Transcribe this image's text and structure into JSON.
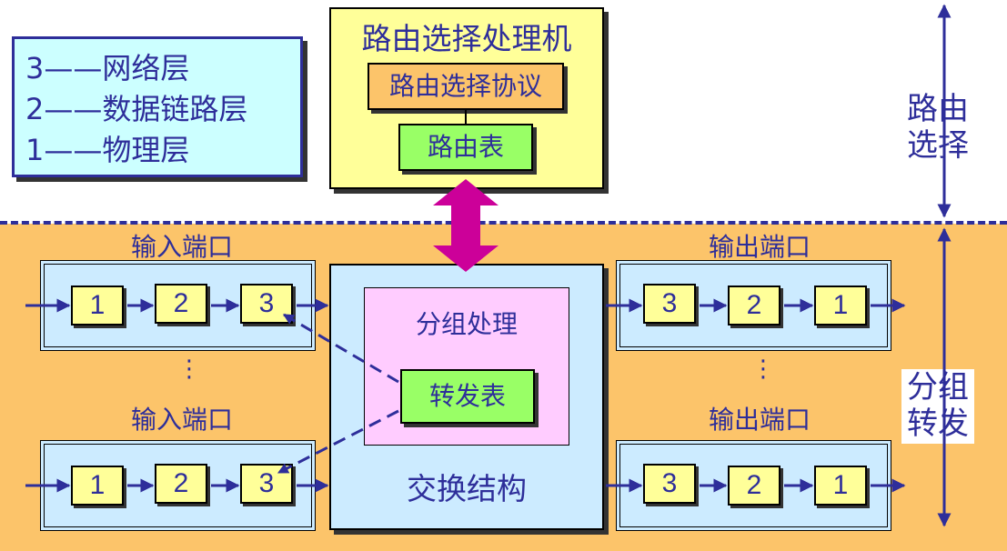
{
  "legend": {
    "lines": [
      "3——网络层",
      "2——数据链路层",
      "1——物理层"
    ]
  },
  "routing_processor": {
    "title": "路由选择处理机",
    "protocol": "路由选择协议",
    "table": "路由表"
  },
  "input_ports": {
    "label_top": "输入端口",
    "label_bottom": "输入端口",
    "cells": [
      "1",
      "2",
      "3"
    ]
  },
  "output_ports": {
    "label_top": "输出端口",
    "label_bottom": "输出端口",
    "cells": [
      "3",
      "2",
      "1"
    ]
  },
  "ellipsis": "⋮",
  "switch_fabric": {
    "label": "交换结构",
    "packet_processing": "分组处理",
    "forwarding_table": "转发表"
  },
  "side_labels": {
    "routing": [
      "路由",
      "选择"
    ],
    "forwarding": [
      "分组",
      "转发"
    ]
  },
  "colors": {
    "text": "#2e2e9a",
    "orange": "#fcc46a",
    "cyan": "#ccffff",
    "yellow": "#ffff99",
    "green": "#99ff66",
    "pink": "#ffccff",
    "arrow_magenta": "#cc0099"
  }
}
